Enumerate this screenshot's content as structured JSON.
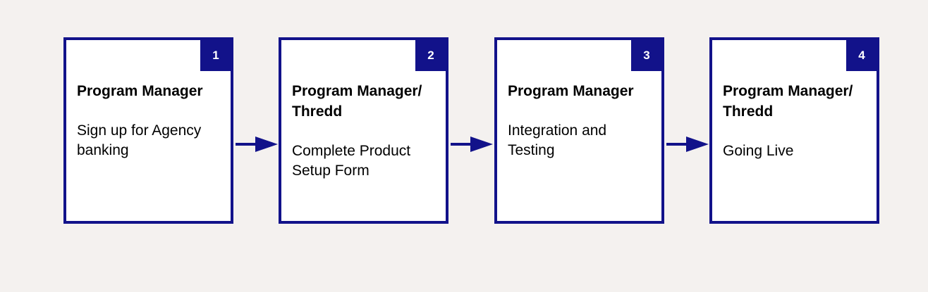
{
  "colors": {
    "background": "#f4f1ef",
    "accent": "#12128a",
    "box_fill": "#ffffff",
    "text": "#000000"
  },
  "steps": [
    {
      "number": "1",
      "actor": "Program Manager",
      "description": "Sign up for Agency\nbanking"
    },
    {
      "number": "2",
      "actor": "Program Manager/\nThredd",
      "description": "Complete Product\nSetup Form"
    },
    {
      "number": "3",
      "actor": "Program Manager",
      "description": "Integration and\nTesting"
    },
    {
      "number": "4",
      "actor": "Program Manager/\nThredd",
      "description": "Going Live"
    }
  ]
}
